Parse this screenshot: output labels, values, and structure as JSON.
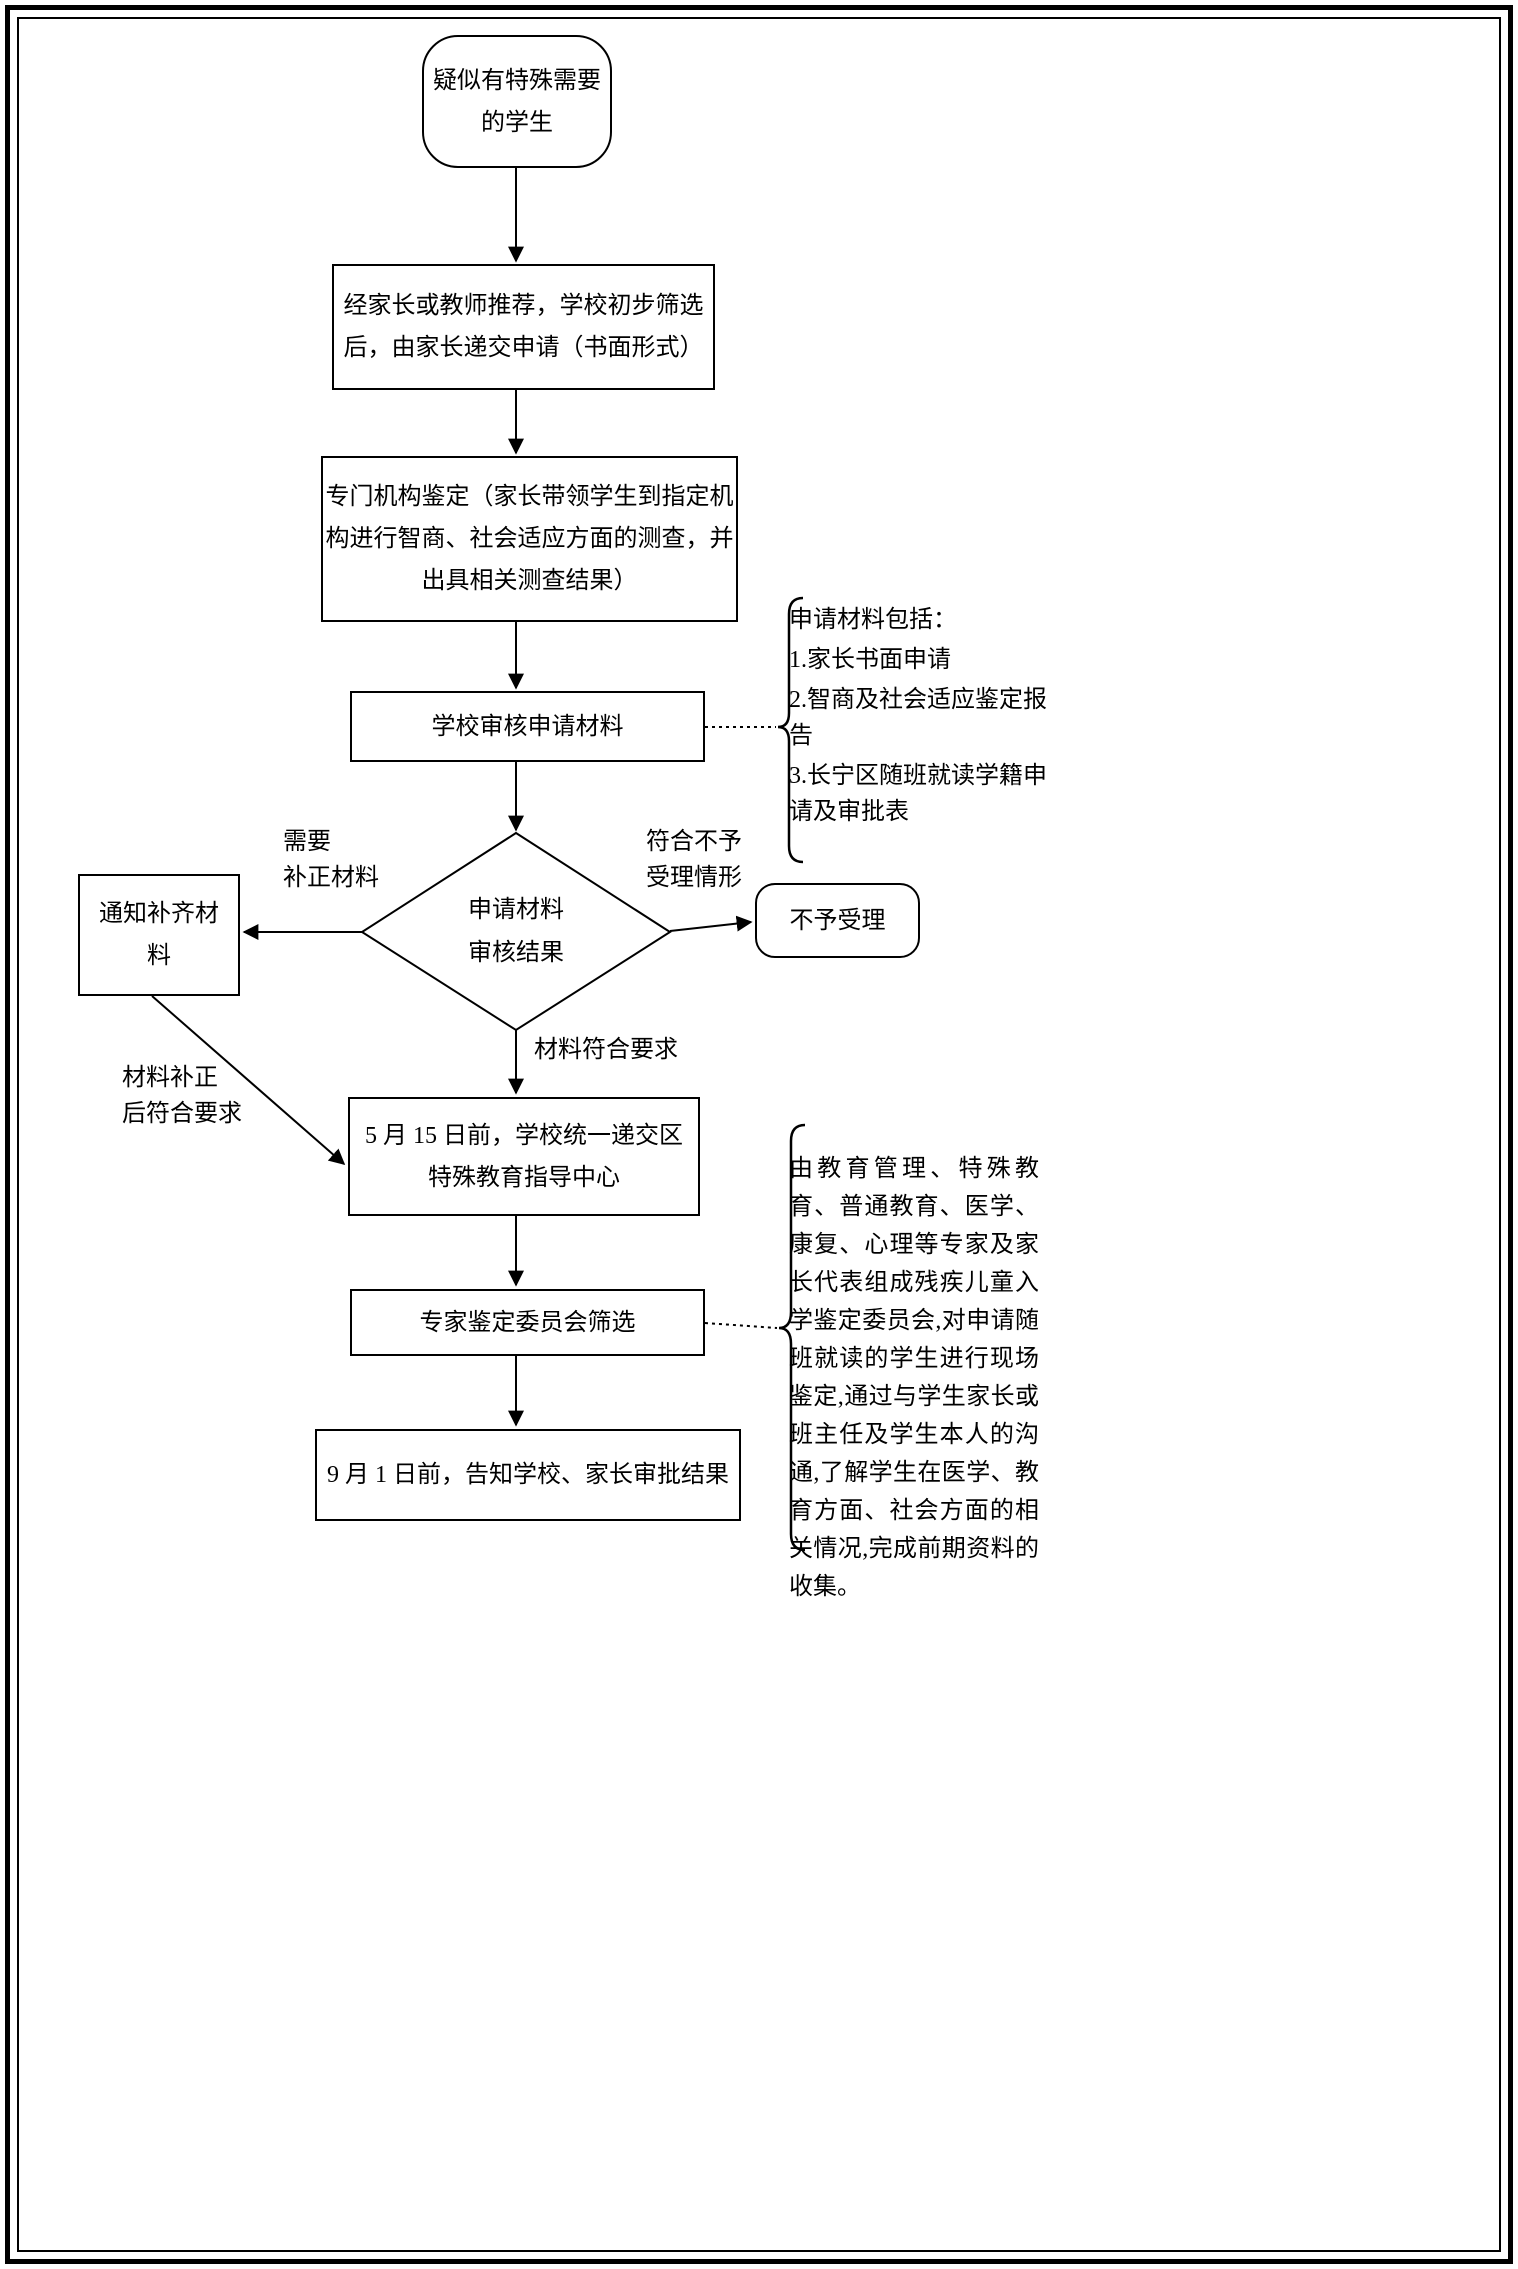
{
  "flowchart": {
    "nodes": {
      "start": "疑似有特殊需要的学生",
      "apply": "经家长或教师推荐，学校初步筛选后，由家长递交申请（书面形式）",
      "assessment": "专门机构鉴定（家长带领学生到指定机构进行智商、社会适应方面的测查，并出具相关测查结果）",
      "school_review": "学校审核申请材料",
      "decision": [
        "申请材料",
        "审核结果"
      ],
      "notify_fix": "通知补齐材料",
      "reject": "不予受理",
      "submit_center": "5 月 15 日前，学校统一递交区特殊教育指导中心",
      "expert_screening": "专家鉴定委员会筛选",
      "final_notice": "9 月 1 日前，告知学校、家长审批结果"
    },
    "edge_labels": {
      "need_fix": [
        "需要",
        "补正材料"
      ],
      "not_accept": [
        "符合不予",
        "受理情形"
      ],
      "materials_ok": "材料符合要求",
      "fixed_ok": [
        "材料补正",
        "后符合要求"
      ]
    },
    "notes": {
      "materials": {
        "title": "申请材料包括：",
        "items": [
          "1.家长书面申请",
          "2.智商及社会适应鉴定报告",
          "3.长宁区随班就读学籍申请及审批表"
        ]
      },
      "committee": "由教育管理、特殊教育、普通教育、医学、康复、心理等专家及家长代表组成残疾儿童入学鉴定委员会,对申请随班就读的学生进行现场鉴定,通过与学生家长或班主任及学生本人的沟通,了解学生在医学、教育方面、社会方面的相关情况,完成前期资料的收集。"
    },
    "colors": {
      "line": "#000000",
      "background": "#ffffff"
    }
  }
}
